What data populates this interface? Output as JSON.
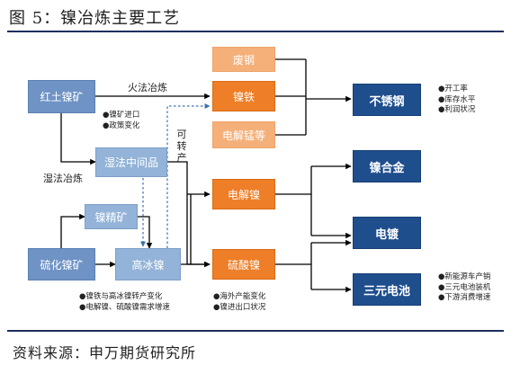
{
  "title": "图 5：镍冶炼主要工艺",
  "source": "资料来源：申万期货研究所",
  "boxes": {
    "laterite": "红土镍矿",
    "sulfide": "硫化镍矿",
    "intermediate": "湿法中间品",
    "concentrate": "镍精矿",
    "matte": "高冰镍",
    "pig_iron": "镍铁",
    "scrap": "废钢",
    "mn_electrolytic": "电解锰等",
    "electrolytic_ni": "电解镍",
    "ni_sulfate": "硫酸镍",
    "stainless": "不锈钢",
    "alloy": "镍合金",
    "plating": "电镀",
    "ternary": "三元电池"
  },
  "labels": {
    "pyro": "火法冶炼",
    "hydro": "湿法冶炼",
    "convertible": "可转产"
  },
  "notes": {
    "laterite": [
      "●镍矿进口",
      "●政策变化"
    ],
    "stainless": [
      "●开工率",
      "●库存水平",
      "●利润状况"
    ],
    "matte": [
      "●镍铁与高冰镍转产变化",
      "●电解镍、硫酸镍需求增速"
    ],
    "sulfate": [
      "●海外产能变化",
      "●镍进出口状况"
    ],
    "ternary": [
      "●新能源车产销",
      "●三元电池装机",
      "●下游消费增速"
    ]
  },
  "colors": {
    "blue": "#6f93c5",
    "light_blue": "#93b3d8",
    "orange": "#ee7e27",
    "light_orange": "#f5b07a",
    "navy": "#1f4e8d",
    "rule": "#1d2f5e"
  }
}
